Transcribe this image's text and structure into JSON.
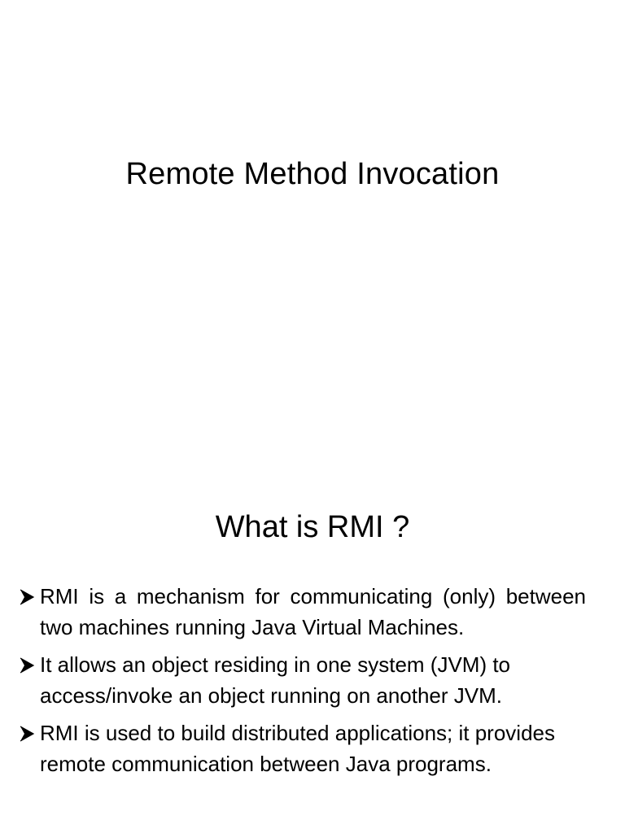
{
  "slides": [
    {
      "title": "Remote Method Invocation"
    },
    {
      "title": "What is RMI ?",
      "bullets": [
        {
          "icon": "arrow-bullet-icon",
          "text": "RMI is a mechanism for communicating (only) between two machines running Java Virtual Machines."
        },
        {
          "icon": "arrow-bullet-icon",
          "text": "It allows an object residing in one system (JVM) to access/invoke an object running on another JVM."
        },
        {
          "icon": "arrow-bullet-icon",
          "text": "RMI is used to build distributed applications; it provides remote communication between Java programs."
        }
      ]
    }
  ]
}
